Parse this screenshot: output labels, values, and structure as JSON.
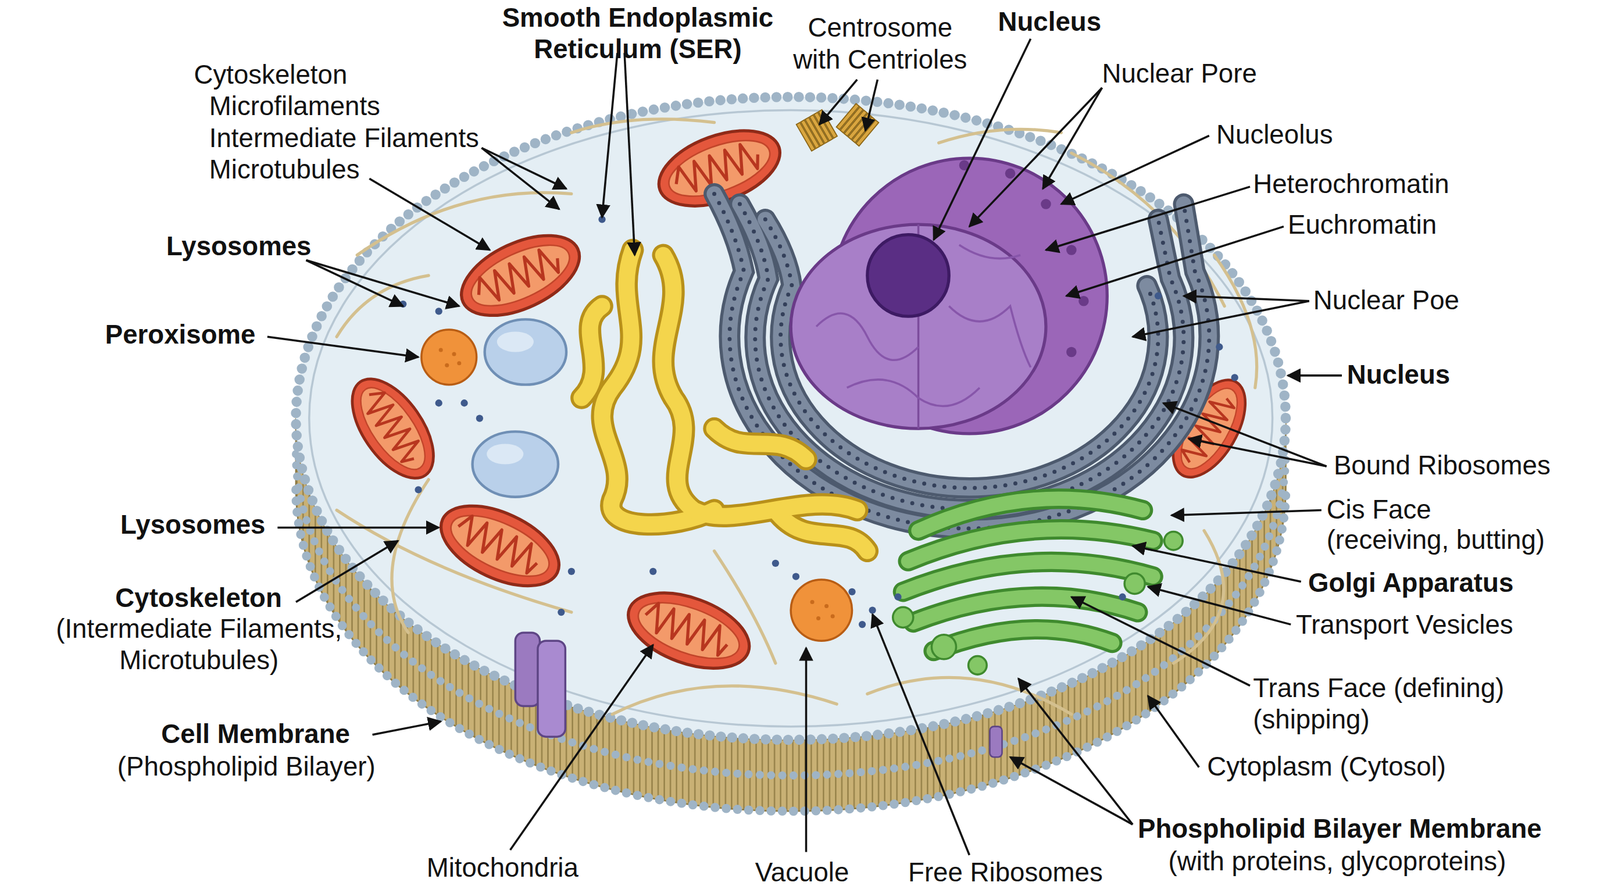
{
  "diagram": {
    "labels": [
      "Smooth Endoplasmic Reticulum (SER)",
      "Centrosome with Centrioles",
      "Nucleus",
      "Cytoskeleton Microfilaments Intermediate Filaments Microtubules",
      "Nuclear Pore",
      "Nucleolus",
      "Heterochromatin",
      "Euchromatin",
      "Lysosomes",
      "Nuclear Poe",
      "Peroxisome",
      "Nucleus",
      "Bound Ribosomes",
      "Lysosomes",
      "Cis Face",
      "(receiving, butting)",
      "Golgi Apparatus",
      "Cytoskeleton",
      "(Intermediate Filaments, Microtubules)",
      "Transport Vesicles",
      "Trans Face (defining) (shipping)",
      "Cell Membrane",
      "(Phospholipid Bilayer)",
      "Cytoplasm (Cytosol)",
      "Phospholipid Bilayer Membrane",
      "(with proteins, glycoproteins)",
      "Mitochondria",
      "Vacuole",
      "Free Ribosomes"
    ]
  }
}
